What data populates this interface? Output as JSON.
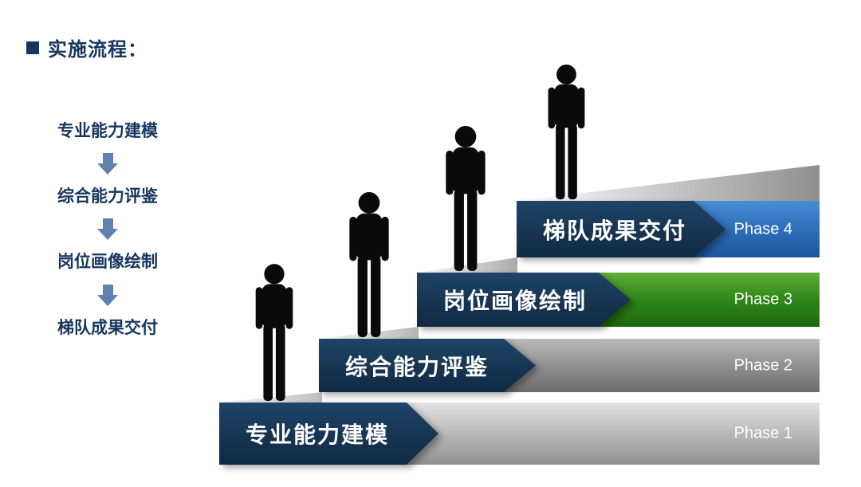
{
  "title": {
    "text": "实施流程："
  },
  "left_flow": {
    "steps": [
      {
        "label": "专业能力建模"
      },
      {
        "label": "综合能力评鉴"
      },
      {
        "label": "岗位画像绘制"
      },
      {
        "label": "梯队成果交付"
      }
    ]
  },
  "staircase": {
    "phases": [
      {
        "label": "专业能力建模",
        "phase": "Phase 1",
        "bar_color": "#a9a9a9"
      },
      {
        "label": "综合能力评鉴",
        "phase": "Phase 2",
        "bar_color": "#8a8a8a"
      },
      {
        "label": "岗位画像绘制",
        "phase": "Phase 3",
        "bar_color": "#2f7d1c"
      },
      {
        "label": "梯队成果交付",
        "phase": "Phase 4",
        "bar_color": "#2b6db8"
      }
    ],
    "chevron_color": "#16334f",
    "figure_count": 4
  }
}
